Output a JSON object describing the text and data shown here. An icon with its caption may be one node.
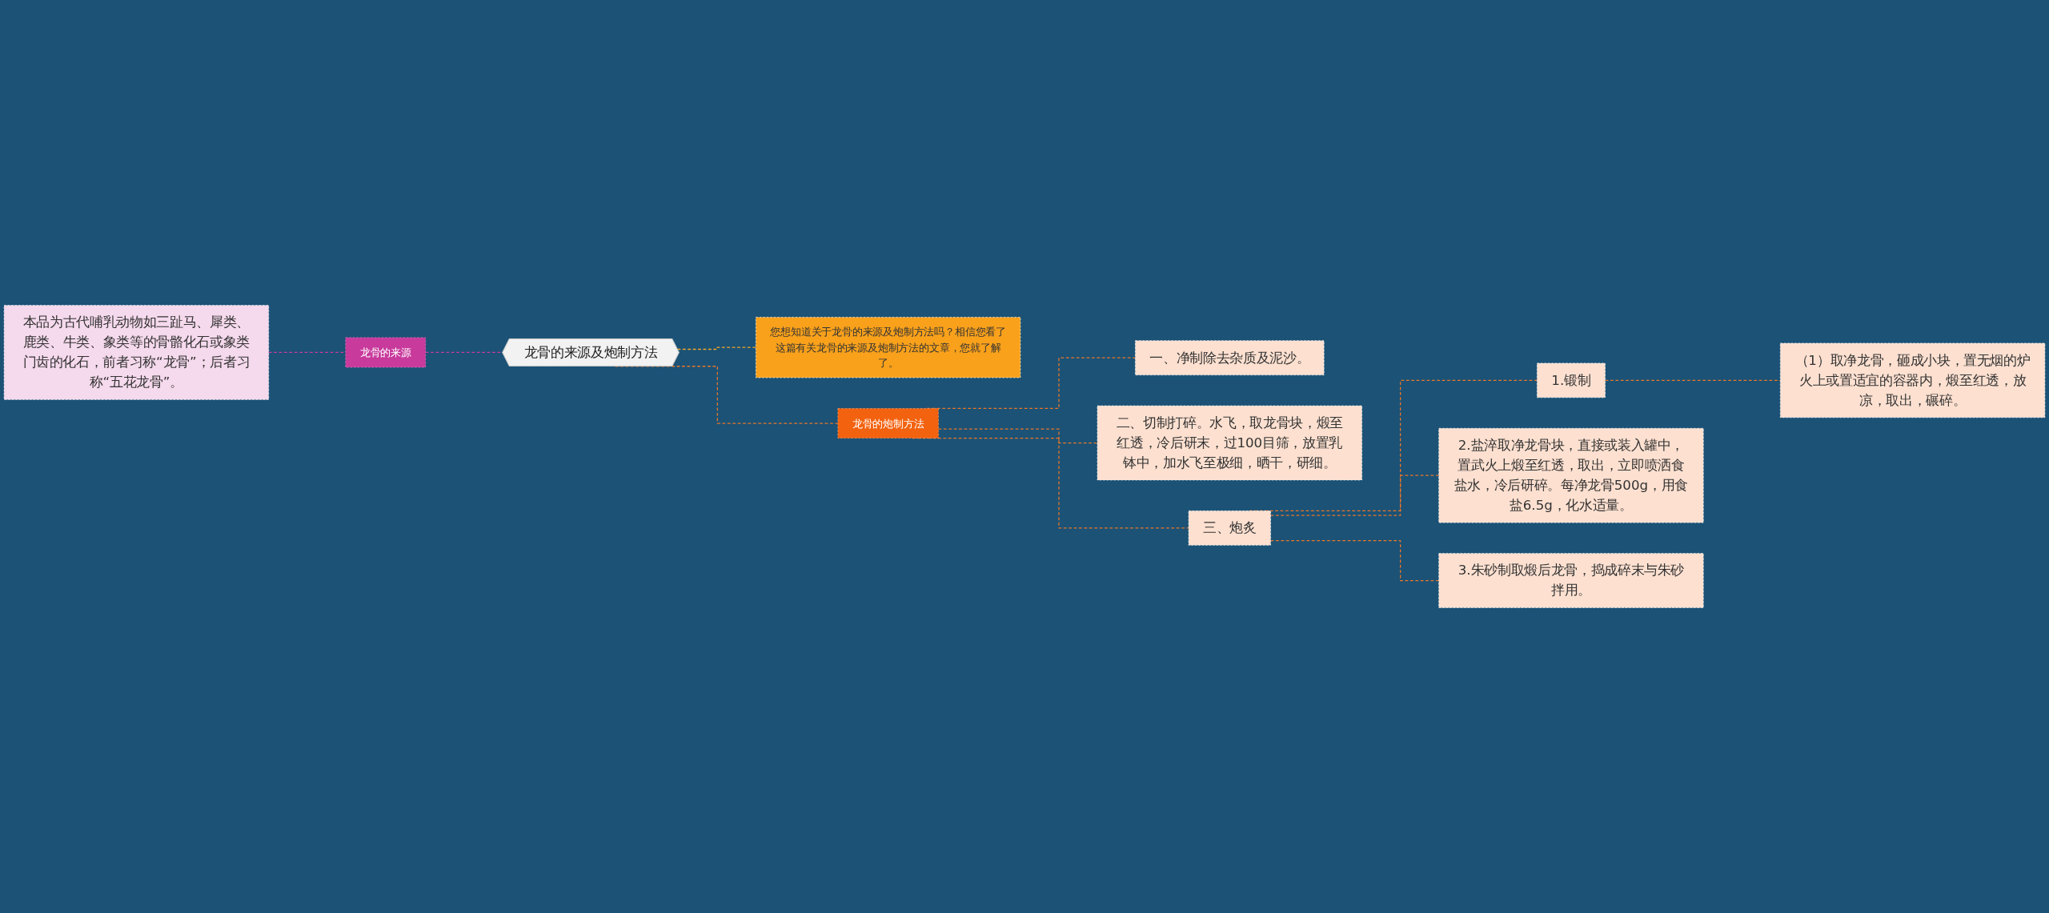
{
  "diagram": {
    "nodes": [
      {
        "text": [
          "龙骨的来源及炮制方法"
        ]
      },
      {
        "text": [
          "龙骨的来源"
        ]
      },
      {
        "text": [
          "本品为古代哺乳动物如三趾马、犀类、鹿类、牛类、象类等的骨骼化石或象类门齿的化石，前者习称“龙骨”；后者习称“五花龙骨”。"
        ]
      },
      {
        "text": [
          "您想知道关于龙骨的来源及炮制方法吗？相信您看了这篇有关龙骨的来源及炮制方法的文章，您就了解了。"
        ]
      },
      {
        "text": [
          "龙骨的炮制方法"
        ]
      },
      {
        "text": [
          "一、净制除去杂质及泥沙。"
        ]
      },
      {
        "text": [
          "二、切制打碎。水飞，取龙骨块，煅至红透，冷后研末，过100目筛，放置乳钵中，加水飞至极细，晒干，研细。"
        ]
      },
      {
        "text": [
          "三、炮炙"
        ]
      },
      {
        "text": [
          "1.锻制"
        ]
      },
      {
        "text": [
          "（1）取净龙骨，砸成小块，置无烟的炉火上或置适宜的容器内，煅至红透，放凉，取出，碾碎。"
        ]
      },
      {
        "text": [
          "2.盐淬取净龙骨块，直接或装入罐中，置武火上煅至红透，取出，立即喷洒食盐水，冷后研碎。每净龙骨500g，用食盐6.5g，化水适量。"
        ]
      },
      {
        "text": [
          "3.朱砂制取煅后龙骨，捣成碎末与朱砂拌用。"
        ]
      }
    ],
    "edges": [
      {
        "from": 2,
        "to": 1,
        "arrow": "none",
        "style": "dashed",
        "color": "#c83a9c"
      },
      {
        "from": 1,
        "to": 0,
        "arrow": "none",
        "style": "dashed",
        "color": "#c83a9c"
      },
      {
        "from": 0,
        "to": 3,
        "arrow": "none",
        "style": "dashed",
        "color": "#f5a623"
      },
      {
        "from": 0,
        "to": 4,
        "arrow": "none",
        "style": "dashed"
      },
      {
        "from": 4,
        "to": 5,
        "arrow": "none",
        "style": "dashed"
      },
      {
        "from": 4,
        "to": 6,
        "arrow": "none",
        "style": "dashed"
      },
      {
        "from": 4,
        "to": 7,
        "arrow": "none",
        "style": "dashed"
      },
      {
        "from": 7,
        "to": 8,
        "arrow": "none",
        "style": "dashed"
      },
      {
        "from": 8,
        "to": 9,
        "arrow": "none",
        "style": "dashed"
      },
      {
        "from": 7,
        "to": 10,
        "arrow": "none",
        "style": "dashed"
      },
      {
        "from": 7,
        "to": 11,
        "arrow": "none",
        "style": "dashed"
      }
    ]
  }
}
